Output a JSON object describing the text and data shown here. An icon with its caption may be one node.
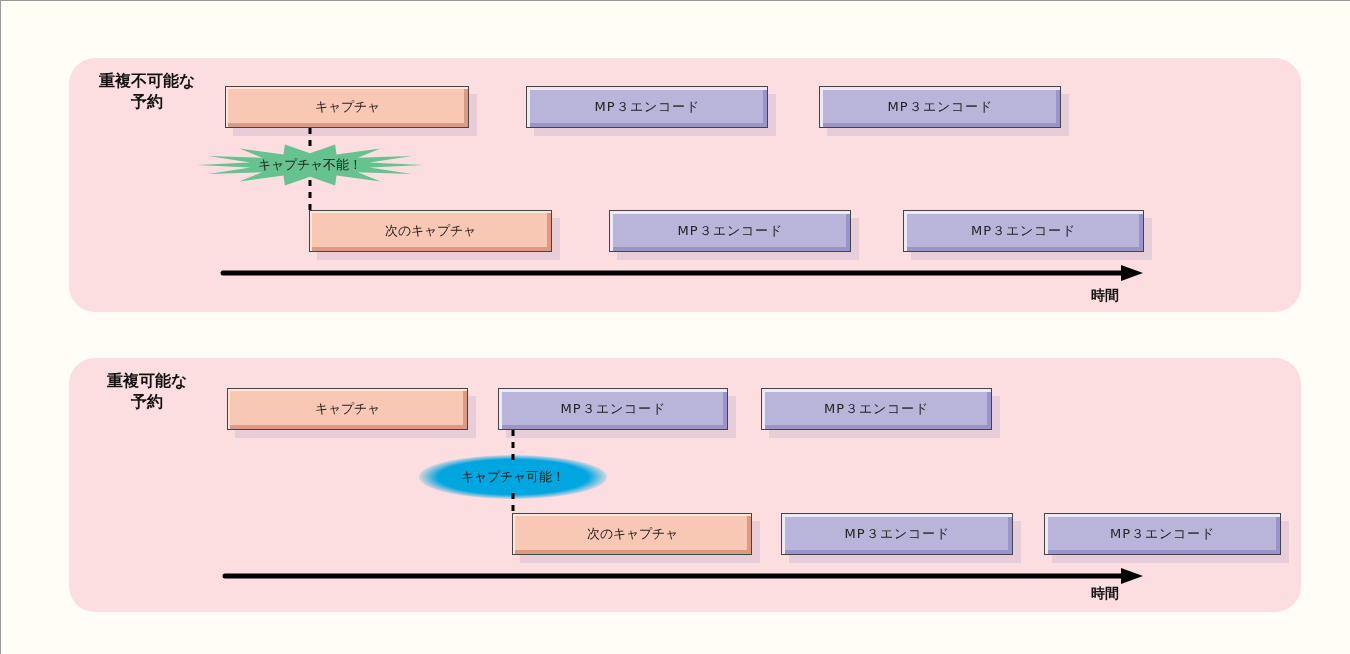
{
  "diagram": {
    "nodes": [
      {
        "text": [
          "重複不可能な予約"
        ]
      },
      {
        "text": [
          "キャプチャ"
        ],
        "in": 0
      },
      {
        "text": [
          "MP３エンコード"
        ],
        "in": 0
      },
      {
        "text": [
          "MP３エンコード"
        ],
        "in": 0
      },
      {
        "text": [
          "キャプチャ不能！"
        ],
        "in": 0
      },
      {
        "text": [
          "次のキャプチャ"
        ],
        "in": 0
      },
      {
        "text": [
          "MP３エンコード"
        ],
        "in": 0
      },
      {
        "text": [
          "MP３エンコード"
        ],
        "in": 0
      },
      {
        "text": [
          "重複可能な予約"
        ]
      },
      {
        "text": [
          "キャプチャ"
        ],
        "in": 8
      },
      {
        "text": [
          "MP３エンコード"
        ],
        "in": 8
      },
      {
        "text": [
          "MP３エンコード"
        ],
        "in": 8
      },
      {
        "text": [
          "キャプチャ可能！"
        ],
        "in": 8
      },
      {
        "text": [
          "次のキャプチャ"
        ],
        "in": 8
      },
      {
        "text": [
          "MP３エンコード"
        ],
        "in": 8
      },
      {
        "text": [
          "MP３エンコード"
        ],
        "in": 8
      }
    ],
    "edges": [
      {
        "from": 1,
        "to": 4,
        "arrow": "none",
        "style": "dashed"
      },
      {
        "from": 4,
        "to": 5,
        "arrow": "none",
        "style": "dashed"
      },
      {
        "from": 10,
        "to": 12,
        "arrow": "none",
        "style": "dashed"
      },
      {
        "from": 12,
        "to": 13,
        "arrow": "none",
        "style": "dashed"
      }
    ],
    "labels": [
      "時間",
      "時間"
    ]
  }
}
